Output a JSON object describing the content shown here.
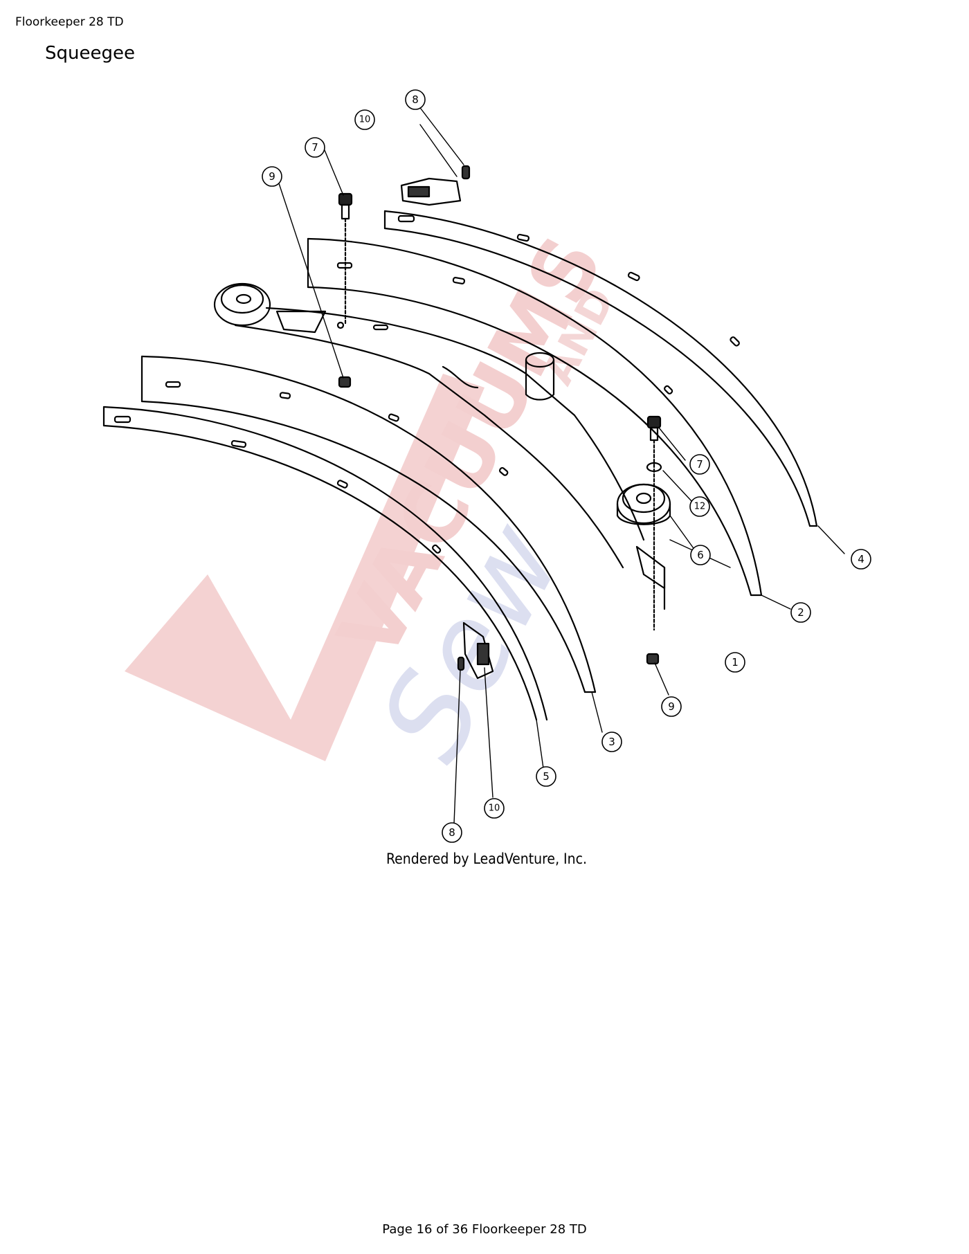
{
  "header": {
    "doc_title": "Floorkeeper 28 TD"
  },
  "section": {
    "title": "Squeegee"
  },
  "diagram": {
    "callouts": [
      "1",
      "2",
      "3",
      "4",
      "5",
      "6",
      "7",
      "7",
      "8",
      "8",
      "9",
      "9",
      "10",
      "10",
      "12"
    ],
    "credit": "Rendered by LeadVenture, Inc.",
    "watermark_colors": {
      "red": "#f2c9c9",
      "blue": "#d6d8ea"
    }
  },
  "footer": {
    "page_label": "Page 16 of 36 Floorkeeper 28 TD"
  }
}
